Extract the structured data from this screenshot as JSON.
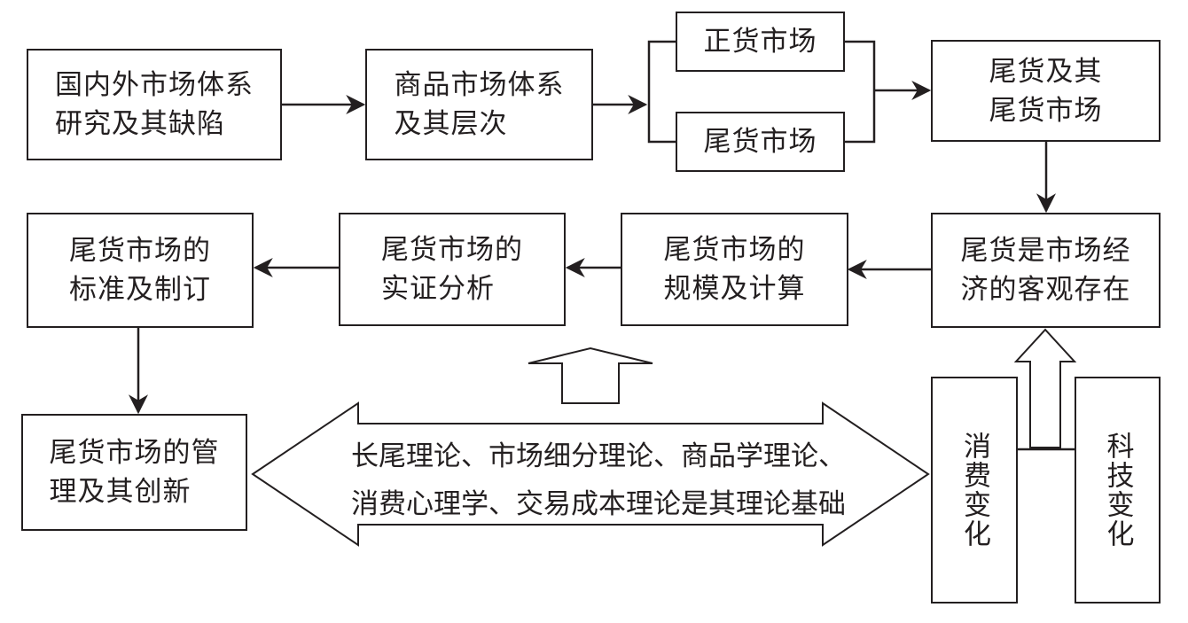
{
  "boxes": {
    "domestic_research": "国内外市场体系\n研究及其缺陷",
    "commodity_system": "商品市场体系\n及其层次",
    "genuine_market": "正货市场",
    "surplus_market_small": "尾货市场",
    "surplus_and_market": "尾货及其\n尾货市场",
    "objective_existence": "尾货是市场经\n济的客观存在",
    "scale_calc": "尾货市场的\n规模及计算",
    "empirical": "尾货市场的\n实证分析",
    "standard": "尾货市场的\n标准及制订",
    "management": "尾货市场的管\n理及其创新",
    "consumption_change": "消费变化",
    "tech_change": "科技变化"
  },
  "theory_basis": "长尾理论、市场细分理论、商品学理论、\n消费心理学、交易成本理论是其理论基础",
  "colors": {
    "stroke": "#231f20",
    "background": "#ffffff"
  }
}
